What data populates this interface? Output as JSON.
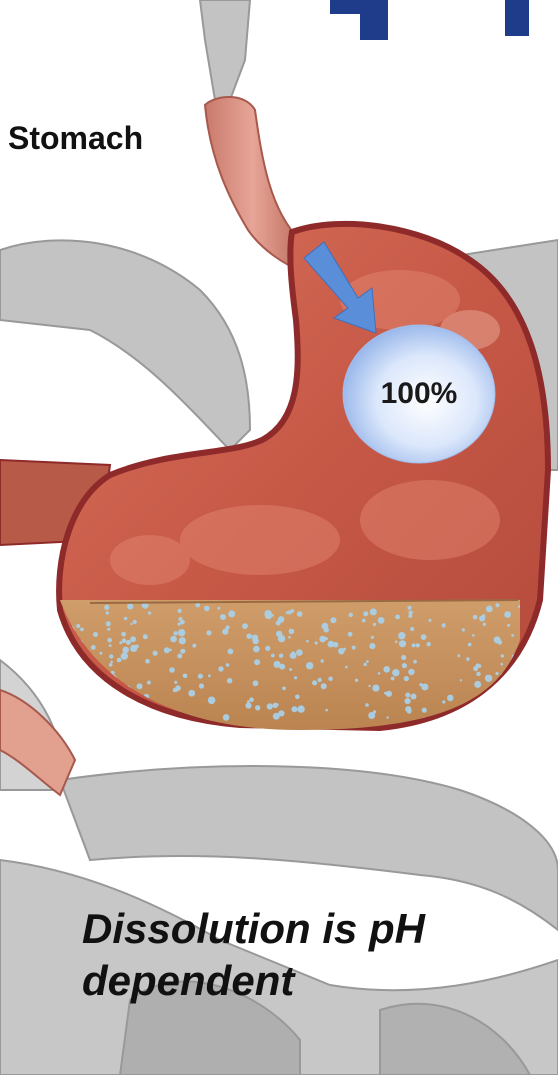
{
  "organ_label": "Stomach",
  "dissolved_percent_label": "100%",
  "caption": "Dissolution is pH dependent",
  "colors": {
    "stomach_wall": "#c95a48",
    "stomach_rim": "#8f2a2a",
    "esophagus": "#d99082",
    "gastric_fluid": "#c7925e",
    "particles": "#a9d3ee",
    "arrow": "#5b8ed8",
    "bubble": "#c9dbf7",
    "background_organs": "#b3b3b3",
    "title_fragment": "#1f3c8a"
  },
  "icons": [
    "stomach-illustration",
    "arrow-icon",
    "dissolution-bubble"
  ]
}
